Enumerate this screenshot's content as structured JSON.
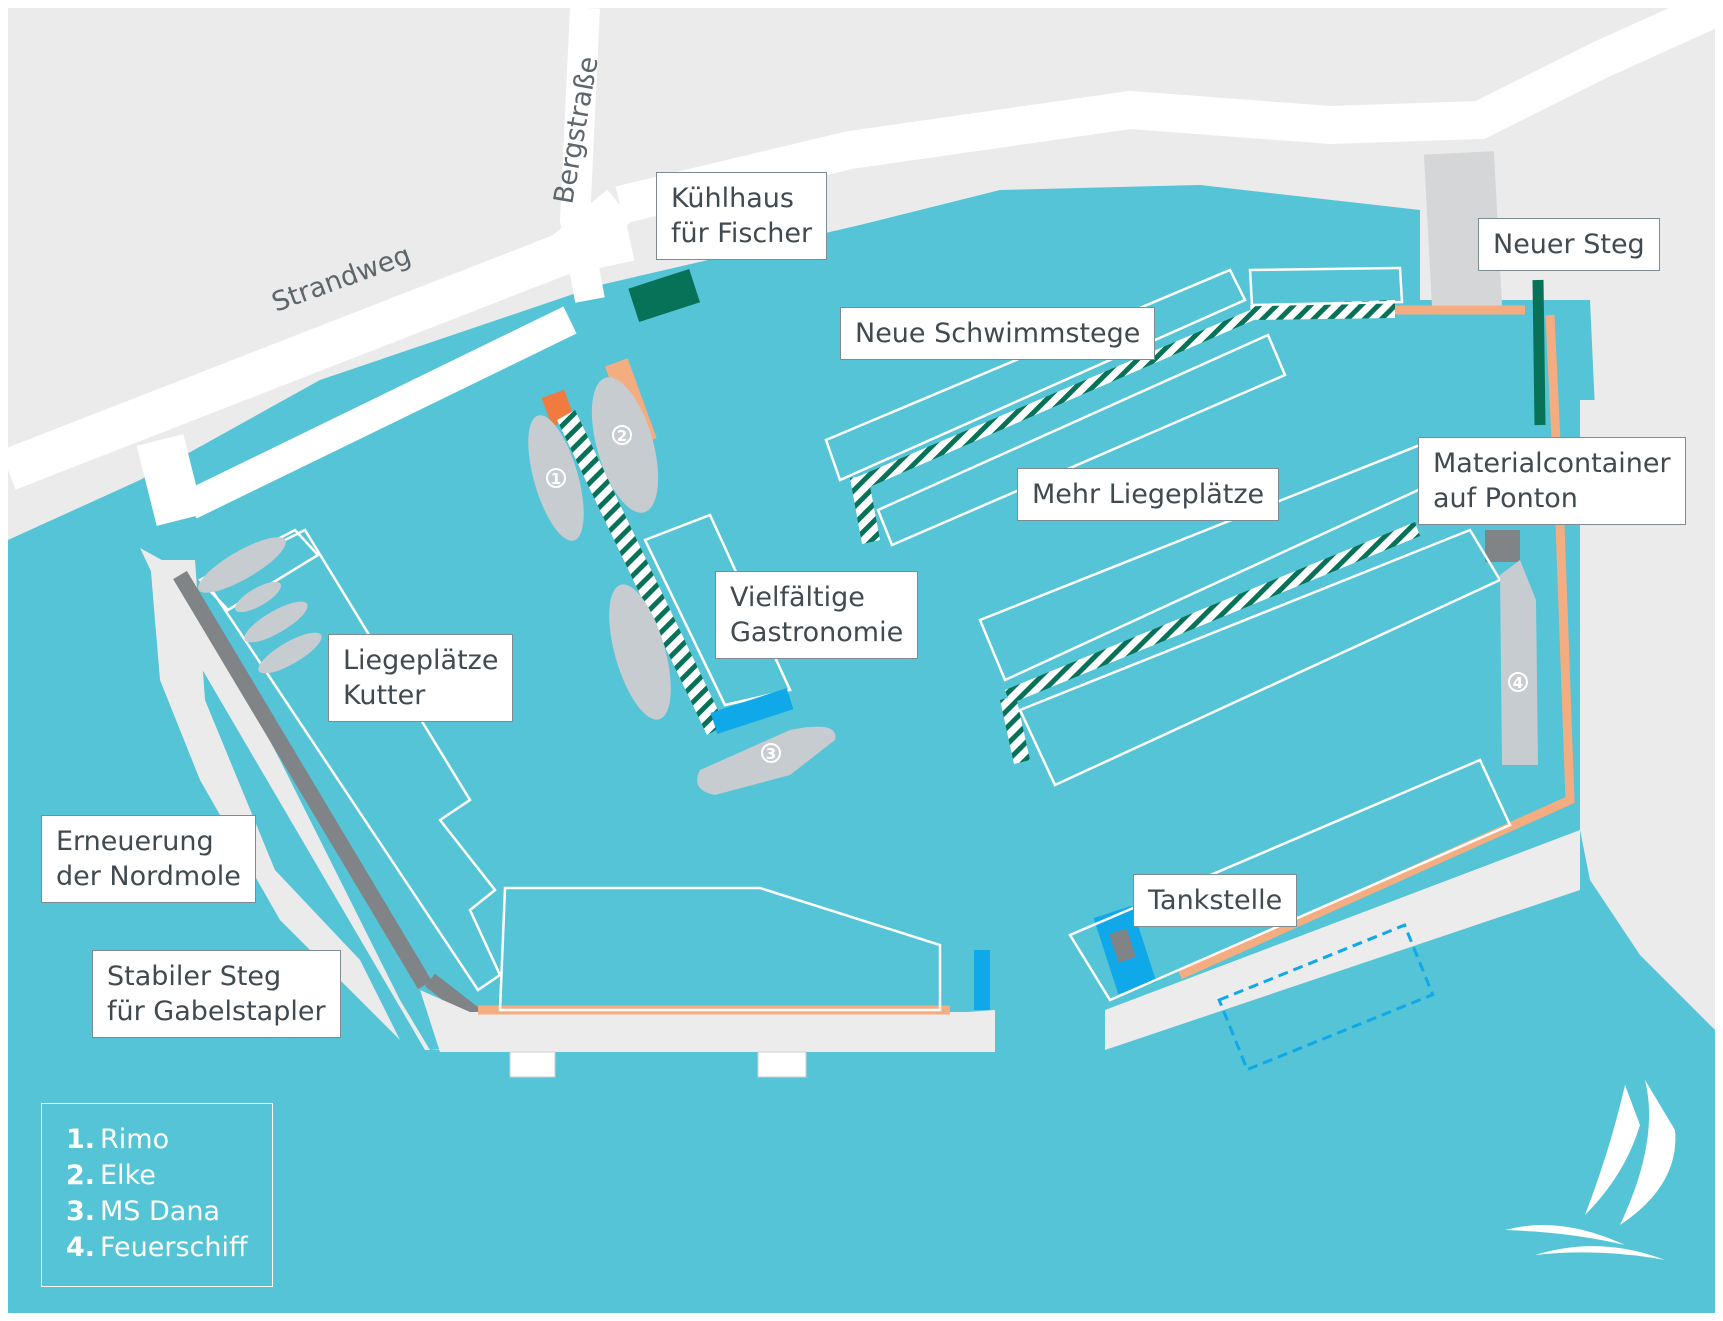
{
  "colors": {
    "water": "#54c4d6",
    "land": "#ebebeb",
    "road": "#ffffff",
    "pier_orange": "#f4ad80",
    "dark_green": "#087258",
    "blue": "#0fa8e8",
    "ship_gray": "#c7ccd0",
    "mole_gray": "#808486"
  },
  "streets": {
    "bergstrasse": "Bergstraße",
    "strandweg": "Strandweg"
  },
  "labels": {
    "kuehlhaus": [
      "Kühlhaus",
      "für Fischer"
    ],
    "neuer_steg": [
      "Neuer Steg"
    ],
    "schwimmstege": [
      "Neue Schwimmstege"
    ],
    "mehr_liegeplaetze": [
      "Mehr Liegeplätze"
    ],
    "materialcontainer": [
      "Materialcontainer",
      "auf Ponton"
    ],
    "gastronomie": [
      "Vielfältige",
      "Gastronomie"
    ],
    "kutter": [
      "Liegeplätze",
      "Kutter"
    ],
    "nordmole": [
      "Erneuerung",
      "der Nordmole"
    ],
    "stabiler_steg": [
      "Stabiler Steg",
      "für Gabelstapler"
    ],
    "tankstelle": [
      "Tankstelle"
    ]
  },
  "ship_numbers": [
    "1",
    "2",
    "3",
    "4"
  ],
  "legend": [
    {
      "num": "1.",
      "name": "Rimo"
    },
    {
      "num": "2.",
      "name": "Elke"
    },
    {
      "num": "3.",
      "name": "MS Dana"
    },
    {
      "num": "4.",
      "name": "Feuerschiff"
    }
  ],
  "logo_icon": "sailboat-icon"
}
